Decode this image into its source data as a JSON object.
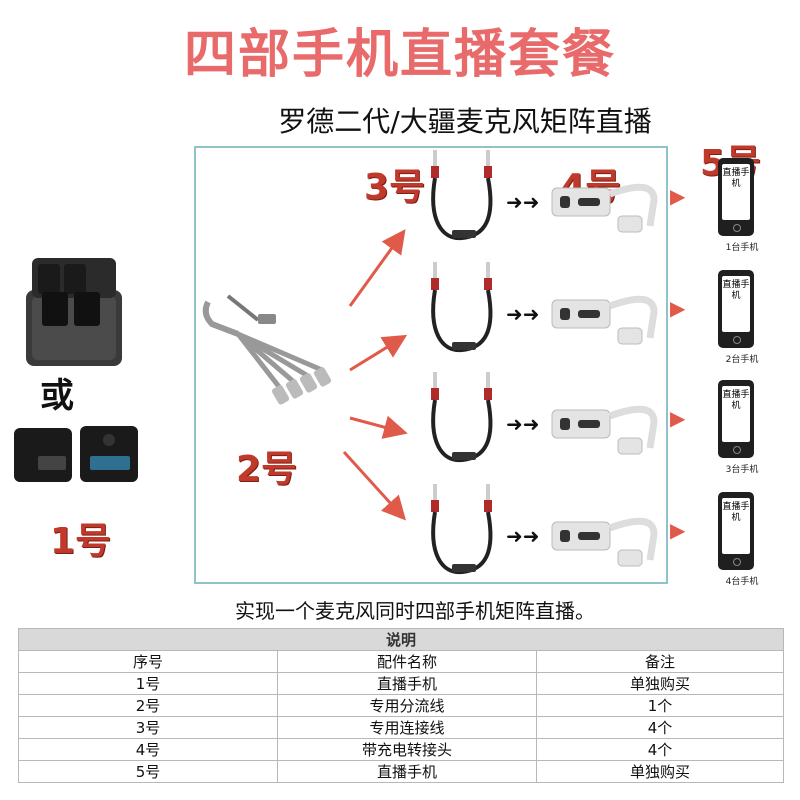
{
  "title": "四部手机直播套餐",
  "subtitle": "罗德二代/大疆麦克风矩阵直播",
  "labels": {
    "or": "或",
    "n1": "1号",
    "n2": "2号",
    "n3": "3号",
    "n4": "4号",
    "n5": "5号"
  },
  "phones": [
    {
      "screen": "直播手机",
      "caption": "1台手机"
    },
    {
      "screen": "直播手机",
      "caption": "2台手机"
    },
    {
      "screen": "直播手机",
      "caption": "3台手机"
    },
    {
      "screen": "直播手机",
      "caption": "4台手机"
    }
  ],
  "caption": "实现一个麦克风同时四部手机矩阵直播。",
  "table": {
    "title": "说明",
    "headers": [
      "序号",
      "配件名称",
      "备注"
    ],
    "rows": [
      [
        "1号",
        "直播手机",
        "单独购买"
      ],
      [
        "2号",
        "专用分流线",
        "1个"
      ],
      [
        "3号",
        "专用连接线",
        "4个"
      ],
      [
        "4号",
        "带充电转接头",
        "4个"
      ],
      [
        "5号",
        "直播手机",
        "单独购买"
      ]
    ]
  },
  "colors": {
    "title": "#e86a6a",
    "label": "#c0392b",
    "arrow": "#e05a4a",
    "frame": "#8fc3c8"
  }
}
